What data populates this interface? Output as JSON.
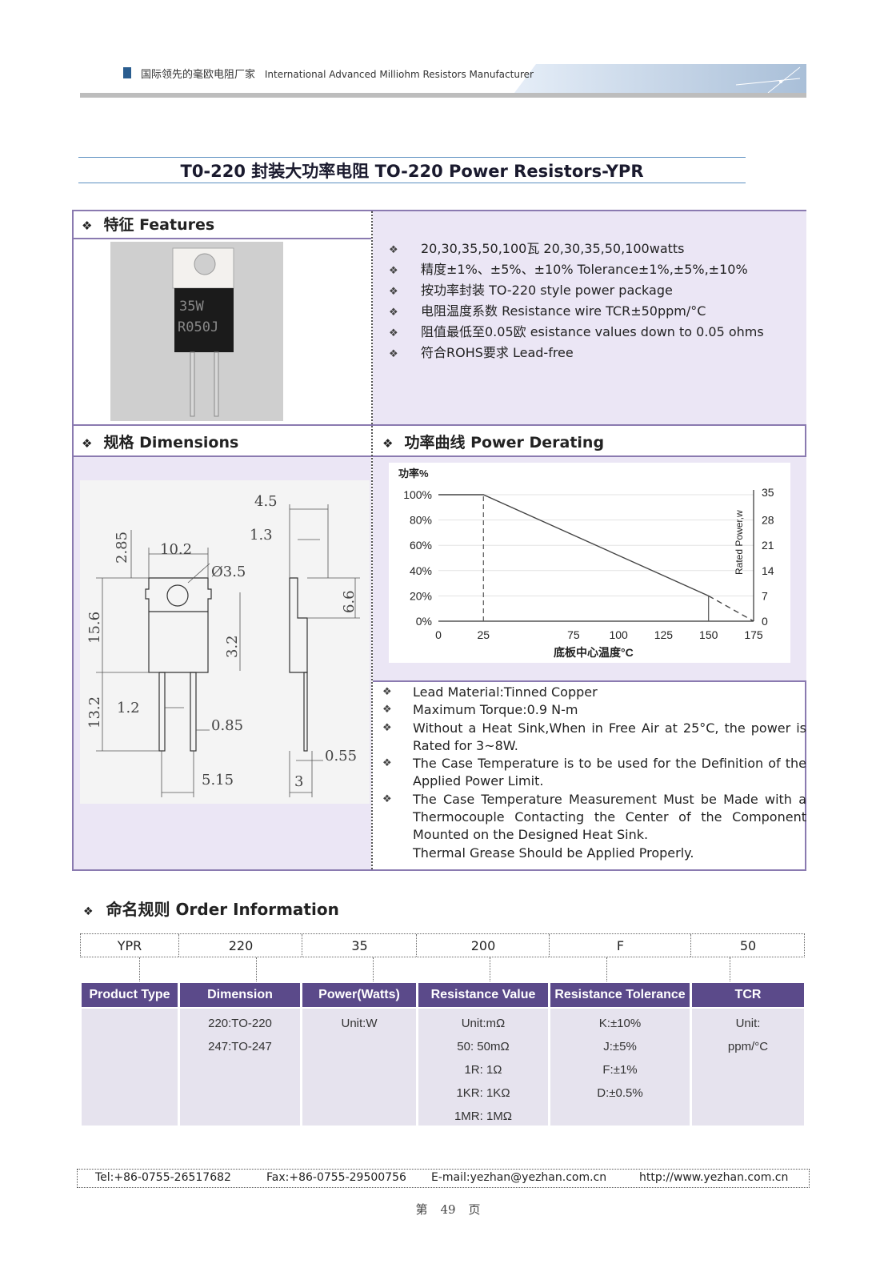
{
  "header": {
    "tagline_cn": "国际领先的毫欧电阻厂家",
    "tagline_en": "International Advanced Milliohm Resistors Manufacturer"
  },
  "title": "T0-220 封装大功率电阻  TO-220 Power Resistors-YPR",
  "features": {
    "heading": "特征  Features",
    "items": [
      "20,30,35,50,100瓦   20,30,35,50,100watts",
      "精度±1%、±5%、±10%  Tolerance±1%,±5%,±10%",
      "按功率封装 TO-220 style power package",
      "电阻温度系数 Resistance wire TCR±50ppm/°C",
      "阻值最低至0.05欧 esistance values down to 0.05 ohms",
      "符合ROHS要求 Lead-free"
    ],
    "part_marking": [
      "35W",
      "R050J"
    ]
  },
  "dimensions": {
    "heading": "规格  Dimensions",
    "labels": {
      "d4_5": "4.5",
      "d1_3": "1.3",
      "d2_85": "2.85",
      "d10_2": "10.2",
      "hole": "Ø3.5",
      "d15_6": "15.6",
      "d6_6": "6.6",
      "d3_2": "3.2",
      "d13_2": "13.2",
      "d1_2": "1.2",
      "d0_85": "0.85",
      "d0_55": "0.55",
      "d5_15": "5.15",
      "d3": "3"
    }
  },
  "derating": {
    "heading": "功率曲线   Power Derating"
  },
  "chart_data": {
    "type": "line",
    "title": "",
    "y_label_top": "功率%",
    "xlabel": "底板中心温度°C",
    "ylabel_right": "Rated Power,w",
    "x_ticks": [
      0,
      25,
      75,
      100,
      125,
      150,
      175
    ],
    "y_ticks": [
      "0%",
      "20%",
      "40%",
      "60%",
      "80%",
      "100%"
    ],
    "y_right_ticks": [
      0,
      7,
      14,
      21,
      28,
      35
    ],
    "xlim": [
      0,
      175
    ],
    "ylim": [
      0,
      100
    ],
    "series": [
      {
        "style": "solid",
        "x": [
          0,
          25,
          150
        ],
        "y": [
          100,
          100,
          20
        ]
      },
      {
        "style": "dashed",
        "x": [
          150,
          175
        ],
        "y": [
          20,
          0
        ]
      }
    ],
    "guides": [
      {
        "x": 25,
        "y_from": 0,
        "y_to": 100,
        "style": "dashed"
      },
      {
        "x": 150,
        "y_from": 0,
        "y_to": 20,
        "style": "solid"
      }
    ]
  },
  "notes": [
    {
      "text": "Lead Material:Tinned Copper",
      "bullet": true
    },
    {
      "text": "Maximum Torque:0.9 N-m",
      "bullet": true
    },
    {
      "text": "Without a Heat Sink,When in Free Air at 25°C, the power is Rated for 3~8W.",
      "bullet": true
    },
    {
      "text": "The Case Temperature is to be used for the Definition of the Applied Power Limit.",
      "bullet": true
    },
    {
      "text": "The Case Temperature Measurement Must be Made with a Thermocouple Contacting the Center of the Component Mounted on the Designed Heat Sink.",
      "bullet": true
    },
    {
      "text": "Thermal Grease Should be Applied Properly.",
      "bullet": false
    }
  ],
  "order": {
    "heading": "命名规则 Order Information",
    "codes": [
      "YPR",
      "220",
      "35",
      "200",
      "F",
      "50"
    ],
    "columns": [
      {
        "header": "Product Type",
        "values": []
      },
      {
        "header": "Dimension",
        "values": [
          "220:TO-220",
          "247:TO-247"
        ]
      },
      {
        "header": "Power(Watts)",
        "values": [
          "Unit:W"
        ]
      },
      {
        "header": "Resistance Value",
        "values": [
          "Unit:mΩ",
          "50: 50mΩ",
          "1R: 1Ω",
          "1KR: 1KΩ",
          "1MR: 1MΩ"
        ]
      },
      {
        "header": "Resistance Tolerance",
        "values": [
          "K:±10%",
          "J:±5%",
          "F:±1%",
          "D:±0.5%"
        ]
      },
      {
        "header": "TCR",
        "values": [
          "Unit:",
          "ppm/°C"
        ]
      }
    ]
  },
  "footer": {
    "tel": "Tel:+86-0755-26517682",
    "fax": "Fax:+86-0755-29500756",
    "email": "E-mail:yezhan@yezhan.com.cn",
    "web": "http://www.yezhan.com.cn"
  },
  "page": {
    "prefix": "第",
    "number": "49",
    "suffix": "页"
  }
}
